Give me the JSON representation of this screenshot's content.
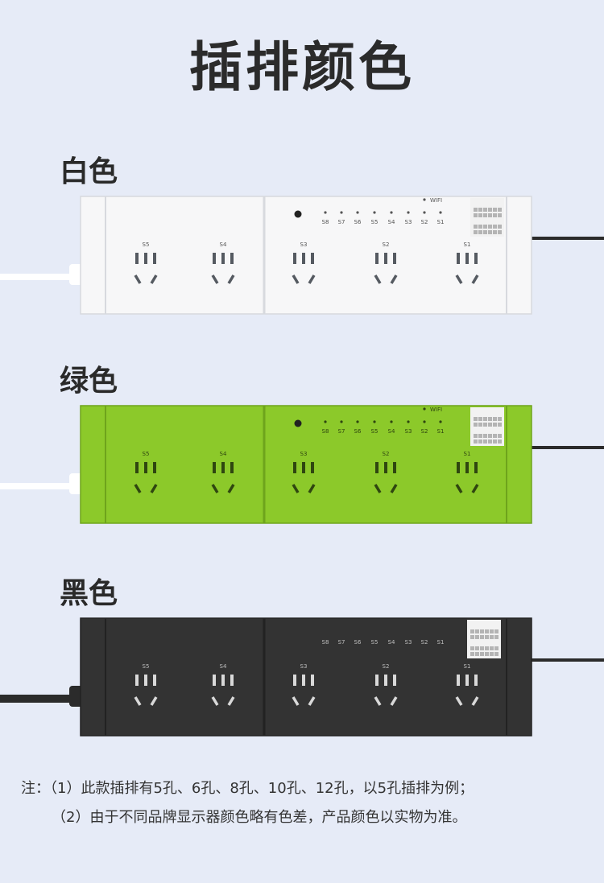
{
  "title": "插排颜色",
  "variants": [
    {
      "label": "白色",
      "colors": {
        "body": "#f7f7f8",
        "edge": "#d7d9de",
        "hole": "#555a61",
        "text": "#555",
        "cable": "#ffffff",
        "rcable": "#2b2b2b"
      }
    },
    {
      "label": "绿色",
      "colors": {
        "body": "#8cc92a",
        "edge": "#6ea41c",
        "hole": "#2f4610",
        "text": "#2f4610",
        "cable": "#ffffff",
        "rcable": "#2b2b2b"
      }
    },
    {
      "label": "黑色",
      "colors": {
        "body": "#333333",
        "edge": "#222222",
        "hole": "#d9d9d9",
        "text": "#bdbdbd",
        "cable": "#2b2b2b",
        "rcable": "#2b2b2b"
      }
    }
  ],
  "socket_labels": [
    "S5",
    "S4",
    "S3",
    "S2",
    "S1"
  ],
  "indicator_labels": [
    "S8",
    "S7",
    "S6",
    "S5",
    "S4",
    "S3",
    "S2",
    "S1"
  ],
  "wifi_label": "WIFI",
  "note": {
    "line1": "注：（1）此款插排有5孔、6孔、8孔、10孔、12孔，以5孔插排为例；",
    "line2": "（2）由于不同品牌显示器颜色略有色差，产品颜色以实物为准。"
  }
}
